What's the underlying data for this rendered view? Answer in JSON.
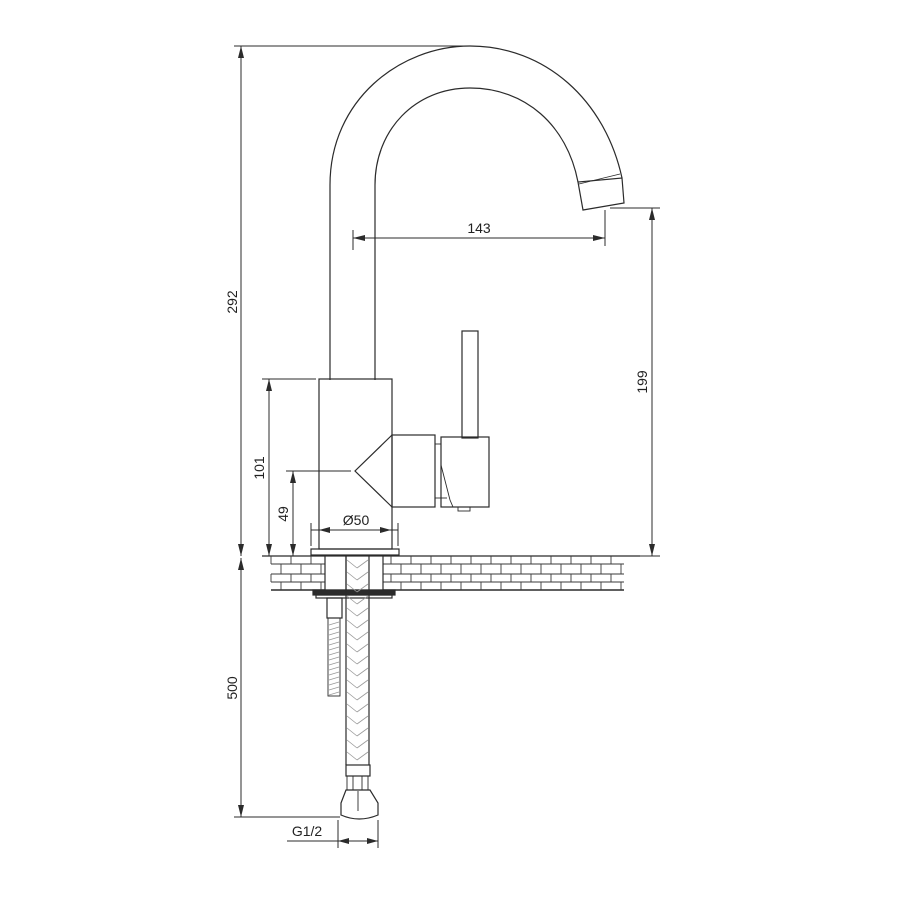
{
  "drawing": {
    "subject": "Single-lever basin mixer faucet with swivel spout — dimension drawing",
    "line_color": "#2b2b2b",
    "background": "#ffffff"
  },
  "dimensions": {
    "total_height": {
      "label": "292",
      "orientation": "vertical"
    },
    "spout_reach": {
      "label": "143",
      "orientation": "horizontal"
    },
    "spout_outlet_height": {
      "label": "199",
      "orientation": "vertical"
    },
    "body_height": {
      "label": "101",
      "orientation": "vertical"
    },
    "handle_axis_height": {
      "label": "49",
      "orientation": "vertical"
    },
    "body_diameter": {
      "label": "Ø50",
      "orientation": "horizontal"
    },
    "hose_length": {
      "label": "500",
      "orientation": "vertical"
    },
    "connection_thread": {
      "label": "G1/2",
      "orientation": "horizontal"
    }
  }
}
